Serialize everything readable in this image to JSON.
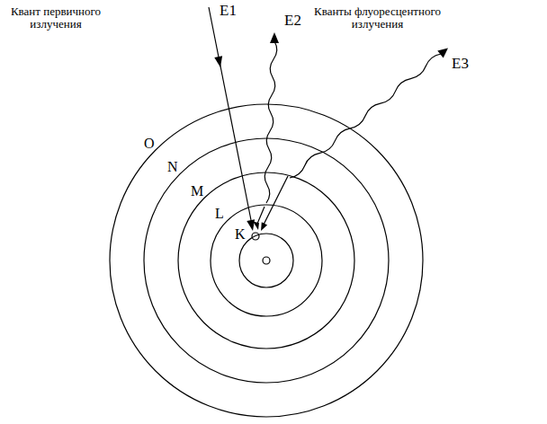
{
  "diagram": {
    "labels": [
      "Квант первичного излучения",
      "E1",
      "E2",
      "Кванты флуоресцентного излучения",
      "E3",
      "O",
      "N",
      "M",
      "L",
      "K"
    ]
  }
}
